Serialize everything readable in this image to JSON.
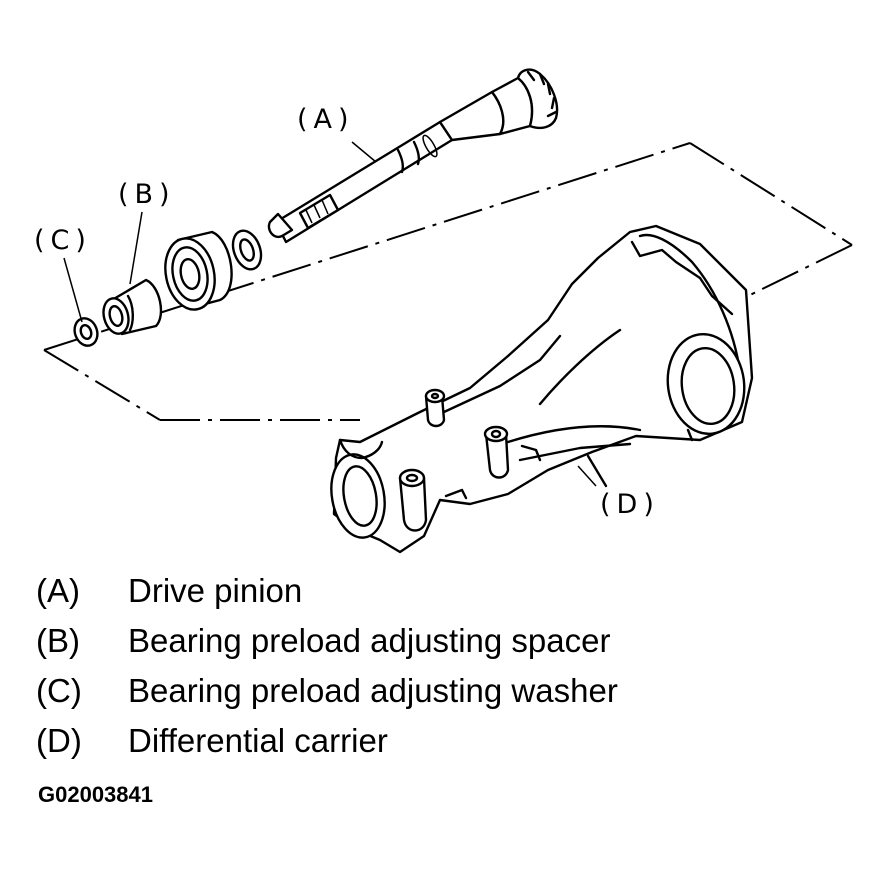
{
  "callouts": {
    "a": "(A)",
    "b": "(B)",
    "c": "(C)",
    "d": "(D)"
  },
  "legend": [
    {
      "key": "(A)",
      "text": "Drive pinion"
    },
    {
      "key": "(B)",
      "text": "Bearing preload adjusting spacer"
    },
    {
      "key": "(C)",
      "text": "Bearing preload adjusting washer"
    },
    {
      "key": "(D)",
      "text": "Differential carrier"
    }
  ],
  "figure_id": "G02003841"
}
